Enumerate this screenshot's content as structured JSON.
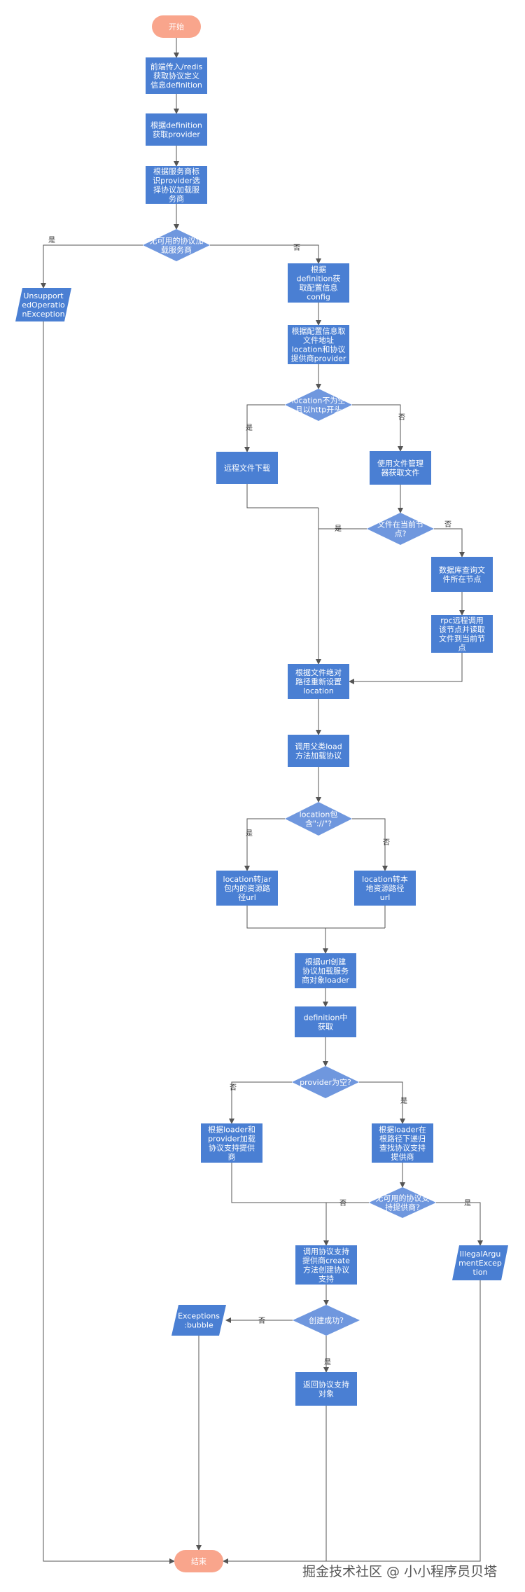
{
  "colors": {
    "process": "#4a7fd3",
    "decision": "#6f97de",
    "terminal": "#f9a58c",
    "line": "#555555"
  },
  "nodes": {
    "start": [
      "开始"
    ],
    "n1": [
      "前端传入/redis",
      "获取协议定义",
      "信息definition"
    ],
    "n2": [
      "根据definition",
      "获取provider"
    ],
    "n3": [
      "根据服务商标",
      "识provider选",
      "择协议加载服",
      "务商"
    ],
    "d1": [
      "无可用的协议加",
      "载服务商"
    ],
    "unsupported": [
      "Unsupport",
      "edOperatio",
      "nException"
    ],
    "n4": [
      "根据",
      "definition获",
      "取配置信息",
      "config"
    ],
    "n5": [
      "根据配置信息取",
      "文件地址",
      "location和协议",
      "提供商provider"
    ],
    "d2": [
      "location不为空",
      "且以http开头"
    ],
    "remote": [
      "远程文件下载"
    ],
    "fm": [
      "使用文件管理",
      "器获取文件"
    ],
    "d3": [
      "文件在当前节",
      "点?"
    ],
    "dbq": [
      "数据库查询文",
      "件所在节点"
    ],
    "rpc": [
      "rpc远程调用",
      "该节点并读取",
      "文件到当前节",
      "点"
    ],
    "reset": [
      "根据文件绝对",
      "路径重新设置",
      "location"
    ],
    "load": [
      "调用父类load",
      "方法加载协议"
    ],
    "d4": [
      "location包",
      "含\"://\"?"
    ],
    "jarurl": [
      "location转jar",
      "包内的资源路",
      "径url"
    ],
    "localurl": [
      "location转本",
      "地资源路径",
      "url"
    ],
    "loader": [
      "根据url创建",
      "协议加载服务",
      "商对象loader"
    ],
    "defget": [
      "definition中",
      "获取"
    ],
    "d5": [
      "provider为空?"
    ],
    "loadprov": [
      "根据loader和",
      "provider加载",
      "协议支持提供",
      "商"
    ],
    "scan": [
      "根据loader在",
      "根路径下递归",
      "查找协议支持",
      "提供商"
    ],
    "d6": [
      "无可用的协议支",
      "持提供商?"
    ],
    "illegal": [
      "IllegalArgu",
      "mentExcep",
      "tion"
    ],
    "create": [
      "调用协议支持",
      "提供商create",
      "方法创建协议",
      "支持"
    ],
    "d7": [
      "创建成功?"
    ],
    "bubble": [
      "Exceptions",
      ":bubble"
    ],
    "ret": [
      "返回协议支持",
      "对象"
    ],
    "end": [
      "结束"
    ]
  },
  "edge_labels": {
    "d1_yes": "是",
    "d1_no": "否",
    "d2_yes": "是",
    "d2_no": "否",
    "d3_yes": "是",
    "d3_no": "否",
    "d4_yes": "是",
    "d4_no": "否",
    "d5_no": "否",
    "d5_yes": "是",
    "d6_no": "否",
    "d6_yes": "是",
    "d7_no": "否",
    "d7_yes": "是"
  },
  "watermark": "掘金技术社区 @ 小小程序员贝塔"
}
